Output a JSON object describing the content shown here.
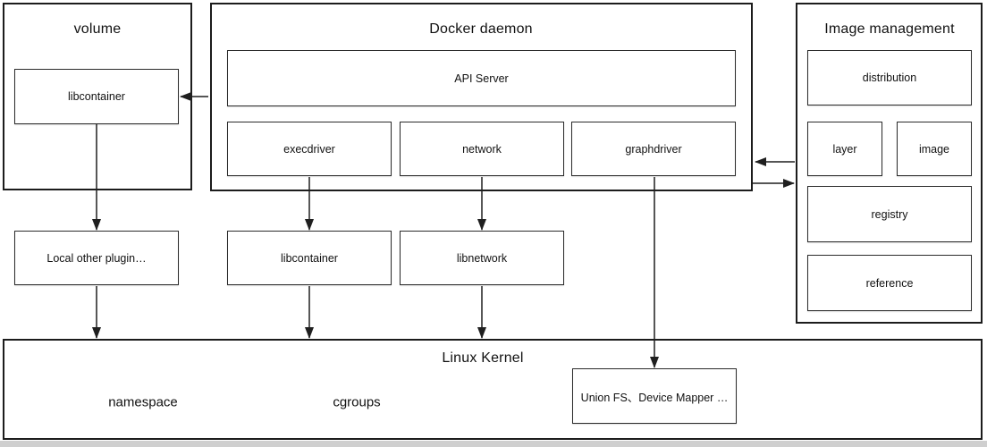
{
  "diagram": {
    "volume": {
      "title": "volume",
      "libcontainer": "libcontainer"
    },
    "docker_daemon": {
      "title": "Docker daemon",
      "api_server": "API Server",
      "execdriver": "execdriver",
      "network": "network",
      "graphdriver": "graphdriver"
    },
    "image_management": {
      "title": "Image management",
      "distribution": "distribution",
      "layer": "layer",
      "image": "image",
      "registry": "registry",
      "reference": "reference"
    },
    "plugins": {
      "local_other_plugin": "Local other plugin…",
      "libcontainer": "libcontainer",
      "libnetwork": "libnetwork"
    },
    "linux_kernel": {
      "title": "Linux Kernel",
      "namespace": "namespace",
      "cgroups": "cgroups",
      "union_fs": "Union FS、Device Mapper …"
    },
    "arrows": [
      {
        "from": "docker-daemon",
        "to": "volume-libcontainer"
      },
      {
        "from": "image-management",
        "to": "docker-daemon"
      },
      {
        "from": "docker-daemon",
        "to": "image-management"
      },
      {
        "from": "volume-libcontainer",
        "to": "local-other-plugin"
      },
      {
        "from": "local-other-plugin",
        "to": "linux-kernel"
      },
      {
        "from": "execdriver",
        "to": "libcontainer"
      },
      {
        "from": "libcontainer",
        "to": "linux-kernel"
      },
      {
        "from": "network",
        "to": "libnetwork"
      },
      {
        "from": "libnetwork",
        "to": "linux-kernel"
      },
      {
        "from": "graphdriver",
        "to": "union-fs"
      }
    ]
  },
  "colors": {
    "border": "#1c1c1c",
    "background": "#ffffff",
    "bottom_strip": "#cfcfcf",
    "text": "#111111"
  }
}
